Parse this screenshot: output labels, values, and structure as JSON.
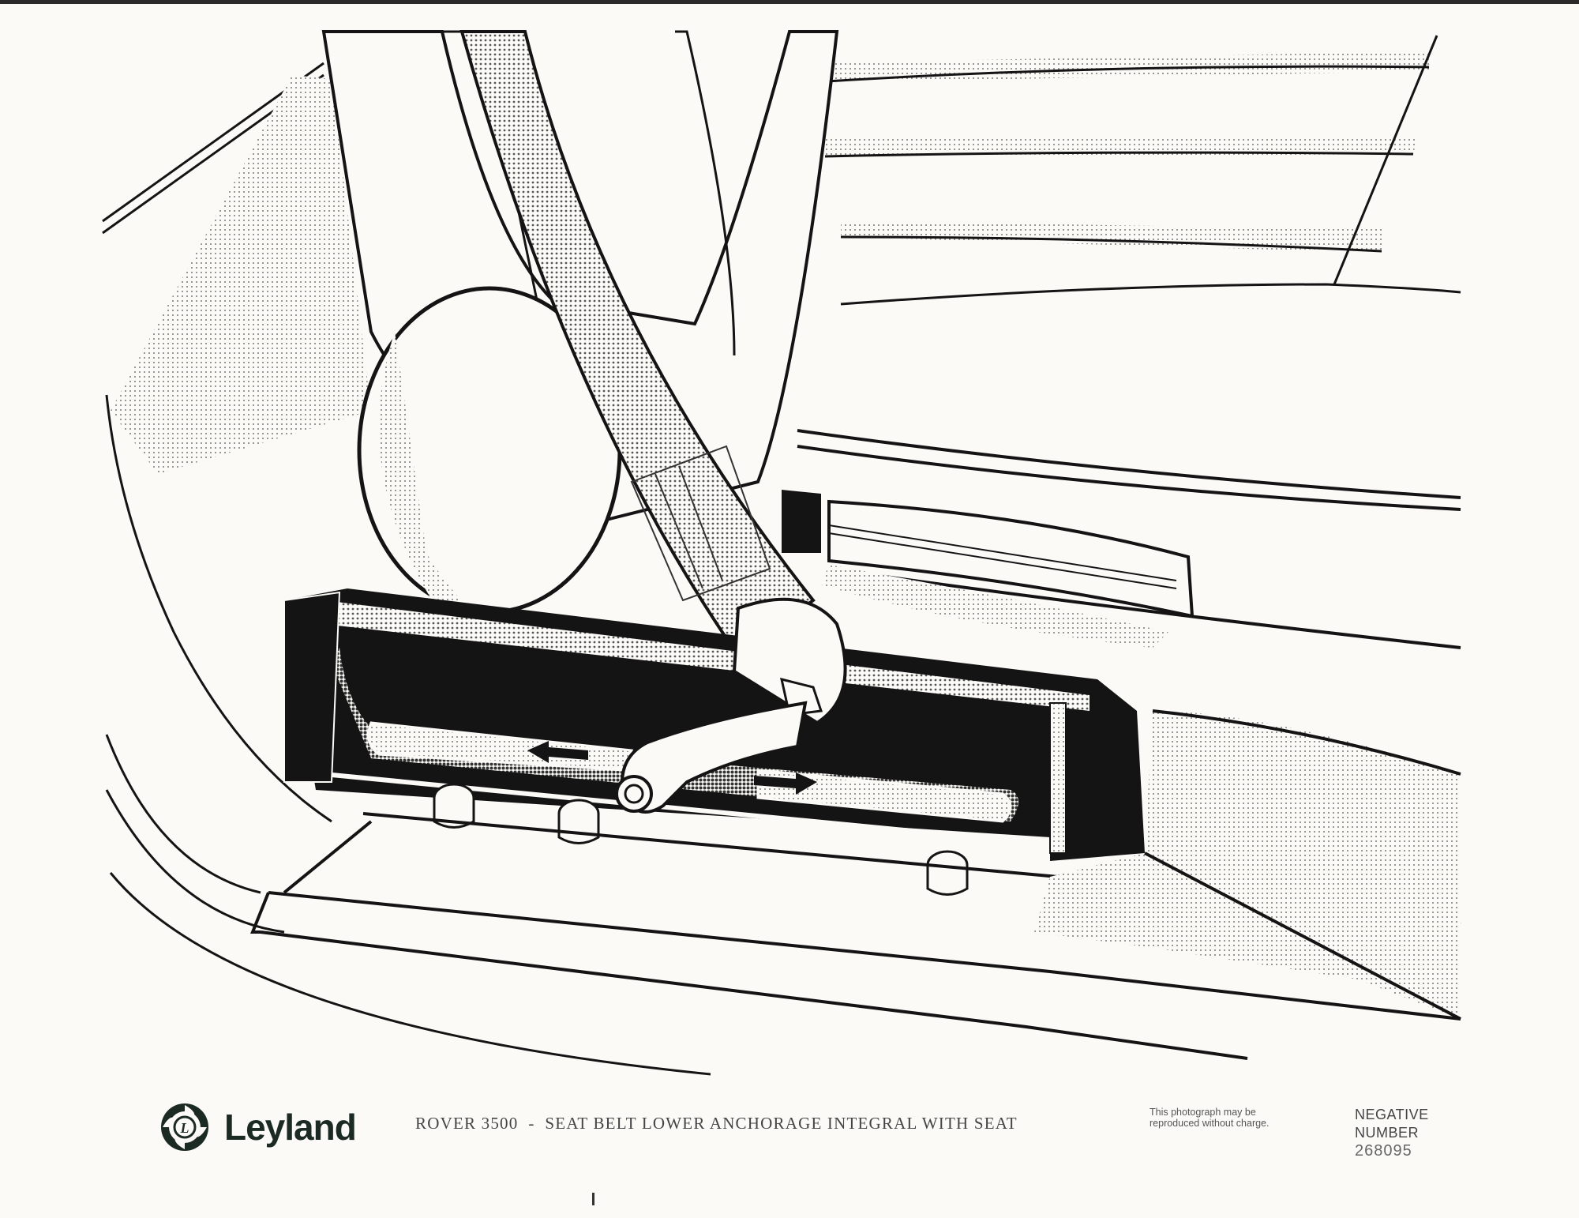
{
  "photo": {
    "subject": "Technical illustration of a car seat with seat belt lower anchorage sliding rail",
    "colors": {
      "ink": "#141414",
      "paper": "#fbfaf7",
      "screen": "#b9b9b9",
      "logo": "#1c2a24"
    }
  },
  "caption": {
    "brand": {
      "logo_icon": "leyland-roundel-icon",
      "logo_letter": "L",
      "wordmark": "Leyland"
    },
    "title": "ROVER 3500  -  SEAT BELT LOWER ANCHORAGE INTEGRAL WITH SEAT",
    "reproduction_note": "This photograph may be reproduced without charge.",
    "negative": {
      "label_line1": "NEGATIVE",
      "label_line2": "NUMBER",
      "number": "268095"
    }
  },
  "illustration": {
    "arrows": [
      {
        "name": "slide-left-arrow",
        "direction": "left"
      },
      {
        "name": "slide-right-arrow",
        "direction": "right"
      }
    ],
    "bolts": 3
  }
}
